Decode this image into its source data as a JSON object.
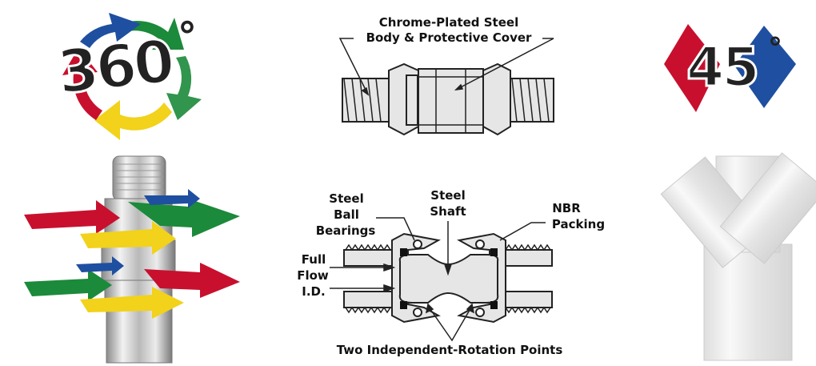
{
  "badge_left": {
    "number": "360",
    "degree": "°"
  },
  "badge_right": {
    "number": "45",
    "degree": "°"
  },
  "top_diagram": {
    "label_line1": "Chrome-Plated Steel",
    "label_line2": "Body & Protective Cover"
  },
  "bottom_diagram": {
    "steel_ball_bearings": [
      "Steel",
      "Ball",
      "Bearings"
    ],
    "steel_shaft": [
      "Steel",
      "Shaft"
    ],
    "nbr_packing": [
      "NBR",
      "Packing"
    ],
    "full_flow": [
      "Full",
      "Flow",
      "I.D."
    ],
    "two_points": "Two Independent-Rotation Points"
  },
  "colors": {
    "red": "#c8102e",
    "blue": "#1f4fa0",
    "green": "#1b8a3a",
    "yellow": "#f2d21a",
    "steel_light": "#e4e4e4",
    "steel_dark": "#8c8c8c",
    "line": "#222222"
  }
}
